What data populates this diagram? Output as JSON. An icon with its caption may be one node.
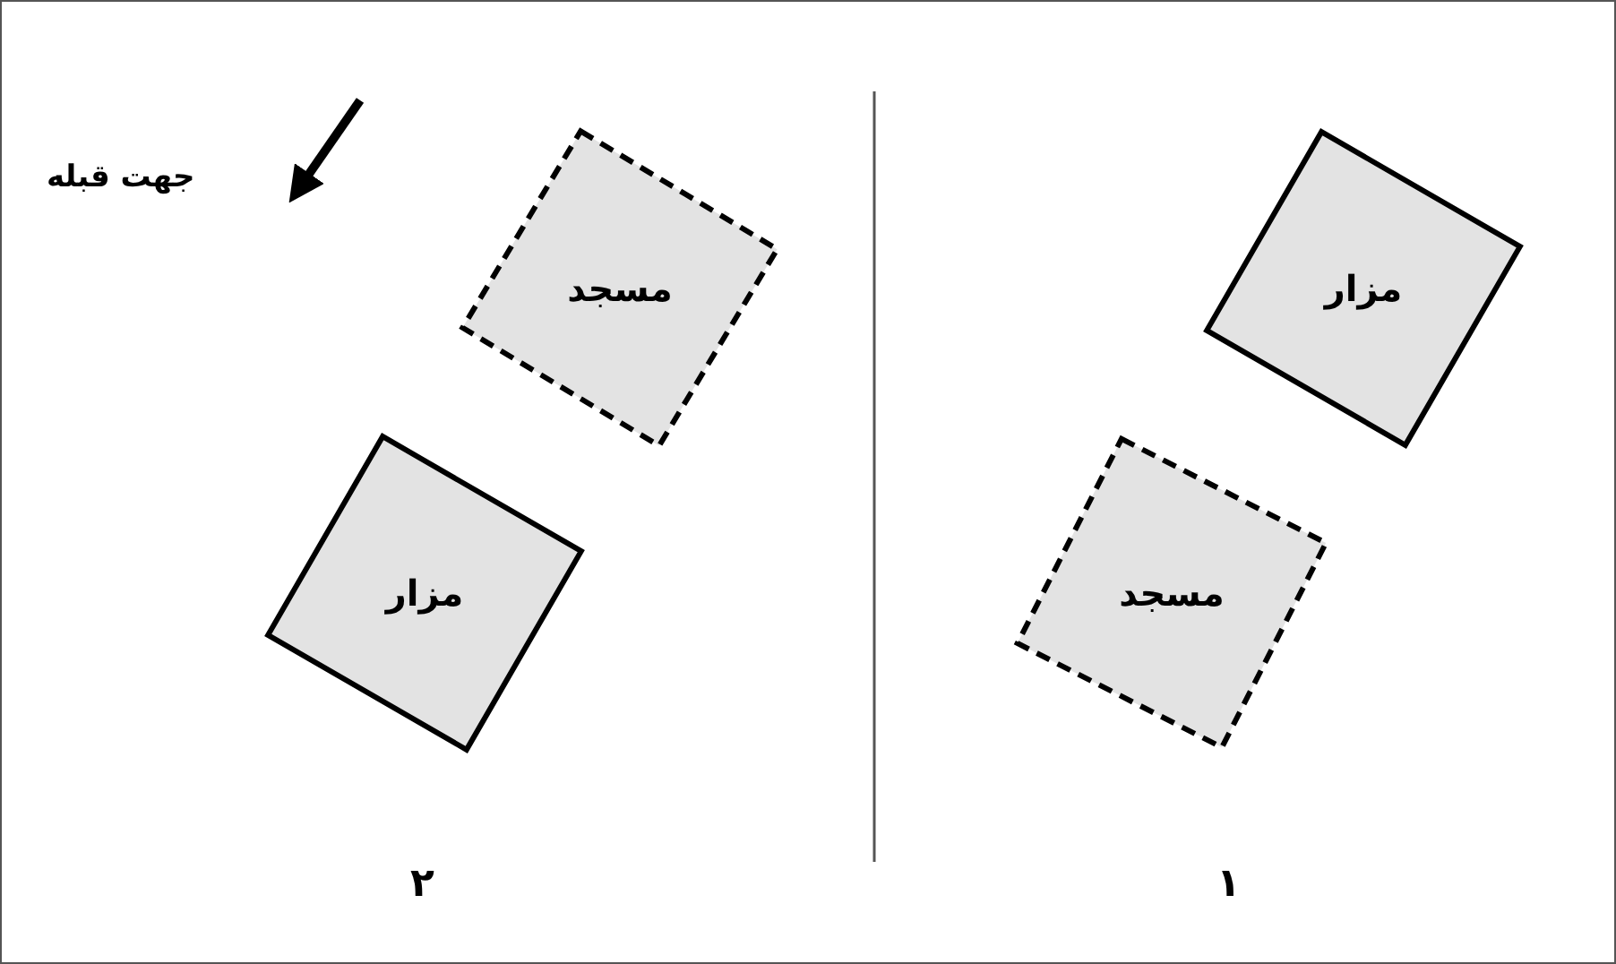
{
  "diagram": {
    "nodes": [
      {
        "text": [
          "مزار"
        ]
      },
      {
        "text": [
          "مسجد"
        ]
      },
      {
        "text": [
          "مسجد"
        ]
      },
      {
        "text": [
          "مزار"
        ]
      }
    ],
    "labels": [
      "جهت قبله",
      "۲",
      "۱"
    ]
  }
}
